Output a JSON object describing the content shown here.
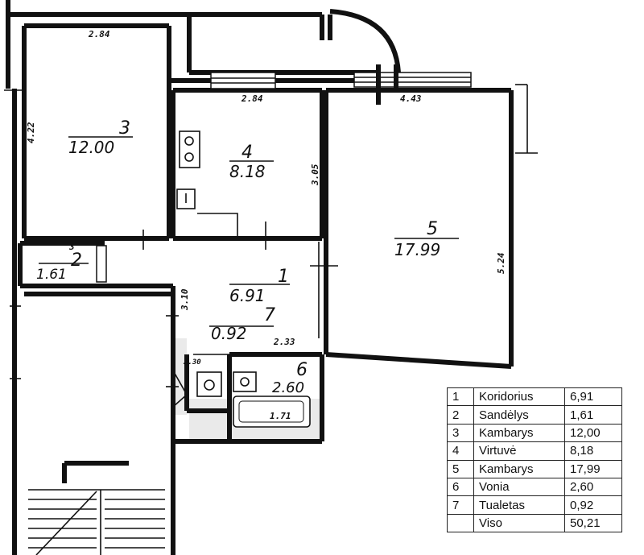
{
  "rooms": [
    {
      "number": "3",
      "area": "12.00"
    },
    {
      "number": "4",
      "area": "8.18"
    },
    {
      "number": "5",
      "area": "17.99"
    },
    {
      "number": "2",
      "area": "1.61"
    },
    {
      "number": "1",
      "area": "6.91"
    },
    {
      "number": "7",
      "area": "0.92"
    },
    {
      "number": "6",
      "area": "2.60"
    }
  ],
  "dimensions": [
    "2.84",
    "2.84",
    "4.43",
    "4.22",
    "3.05",
    "5.24",
    "3.10",
    "3",
    "2.33",
    "1.71",
    "2.30"
  ],
  "legend": {
    "rows": [
      {
        "no": "1",
        "name": "Koridorius",
        "area": "6,91"
      },
      {
        "no": "2",
        "name": "Sandėlys",
        "area": "1,61"
      },
      {
        "no": "3",
        "name": "Kambarys",
        "area": "12,00"
      },
      {
        "no": "4",
        "name": "Virtuvė",
        "area": "8,18"
      },
      {
        "no": "5",
        "name": "Kambarys",
        "area": "17,99"
      },
      {
        "no": "6",
        "name": "Vonia",
        "area": "2,60"
      },
      {
        "no": "7",
        "name": "Tualetas",
        "area": "0,92"
      }
    ],
    "total_label": "Viso",
    "total_area": "50,21"
  }
}
